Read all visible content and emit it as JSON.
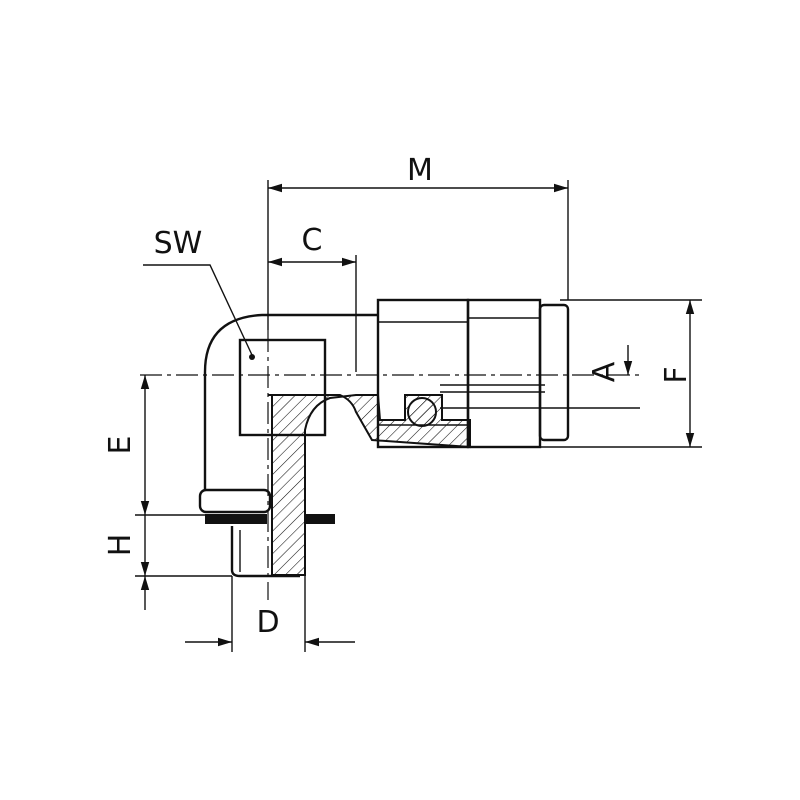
{
  "drawing": {
    "title": "Elbow push-in fitting dimension drawing",
    "dimension_labels": {
      "M": "M",
      "C": "C",
      "SW": "SW",
      "A": "A",
      "F": "F",
      "E": "E",
      "H": "H",
      "D": "D"
    },
    "colors": {
      "line": "#111111",
      "background": "#ffffff"
    }
  }
}
